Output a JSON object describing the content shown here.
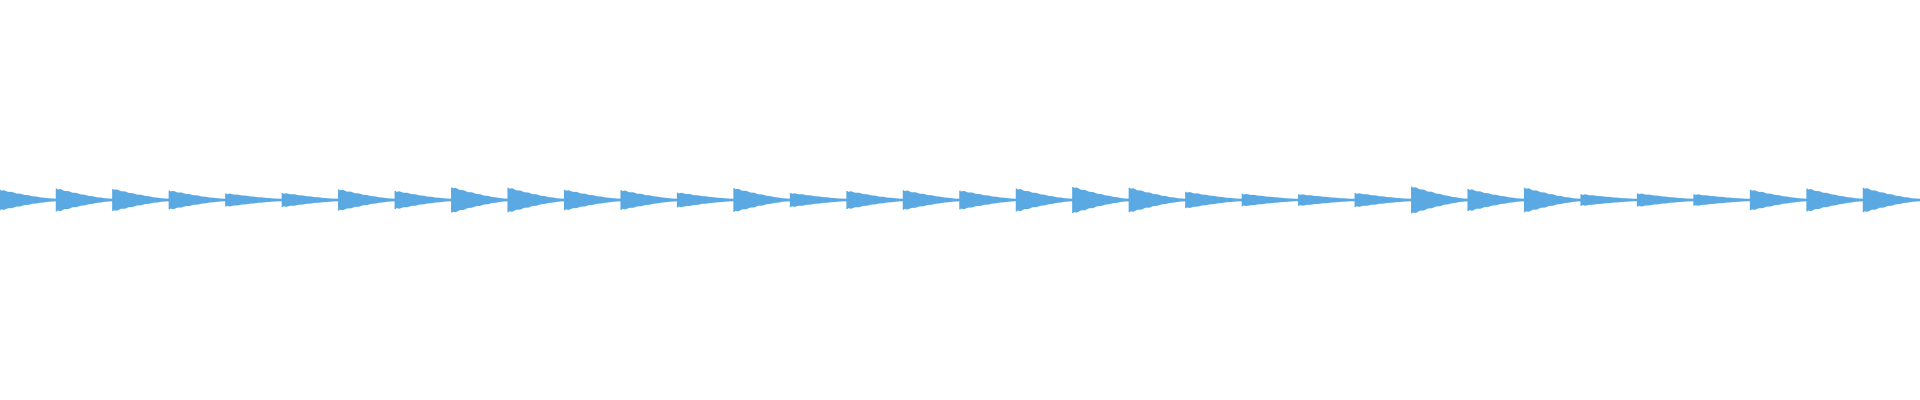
{
  "waveform": {
    "color": "#5aa9e2",
    "background": "#ffffff",
    "transients": [
      {
        "peak": 0.46
      },
      {
        "peak": 0.52
      },
      {
        "peak": 0.5
      },
      {
        "peak": 0.42
      },
      {
        "peak": 0.28
      },
      {
        "peak": 0.3
      },
      {
        "peak": 0.48
      },
      {
        "peak": 0.4
      },
      {
        "peak": 0.58
      },
      {
        "peak": 0.56
      },
      {
        "peak": 0.46
      },
      {
        "peak": 0.44
      },
      {
        "peak": 0.32
      },
      {
        "peak": 0.54
      },
      {
        "peak": 0.3
      },
      {
        "peak": 0.4
      },
      {
        "peak": 0.44
      },
      {
        "peak": 0.42
      },
      {
        "peak": 0.52
      },
      {
        "peak": 0.6
      },
      {
        "peak": 0.56
      },
      {
        "peak": 0.36
      },
      {
        "peak": 0.26
      },
      {
        "peak": 0.24
      },
      {
        "peak": 0.3
      },
      {
        "peak": 0.62
      },
      {
        "peak": 0.5
      },
      {
        "peak": 0.56
      },
      {
        "peak": 0.24
      },
      {
        "peak": 0.28
      },
      {
        "peak": 0.24
      },
      {
        "peak": 0.46
      },
      {
        "peak": 0.52
      },
      {
        "peak": 0.56
      }
    ]
  }
}
